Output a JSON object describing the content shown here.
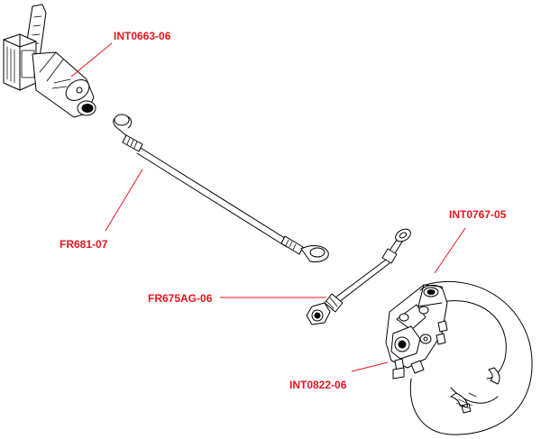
{
  "diagram": {
    "colors": {
      "callout": "#e8141e",
      "line_art": "#000000",
      "background": "#ffffff"
    },
    "callouts": {
      "int0663": {
        "part_number": "INT0663-06"
      },
      "fr681": {
        "part_number": "FR681-07"
      },
      "int0767": {
        "part_number": "INT0767-05"
      },
      "fr675": {
        "part_number": "FR675AG-06"
      },
      "int0822": {
        "part_number": "INT0822-06"
      }
    }
  }
}
